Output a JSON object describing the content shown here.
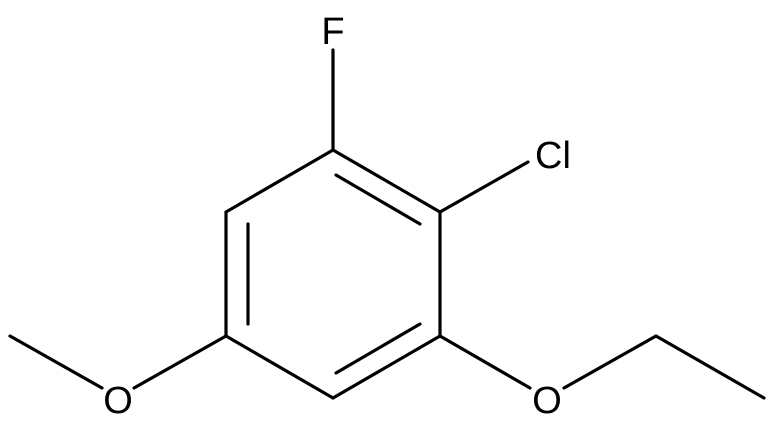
{
  "molecule": {
    "atoms": {
      "fluorine": "F",
      "chlorine": "Cl",
      "methoxy_oxygen": "O",
      "ethoxy_oxygen": "O"
    }
  },
  "colors": {
    "bond": "#000000",
    "background": "#ffffff"
  }
}
